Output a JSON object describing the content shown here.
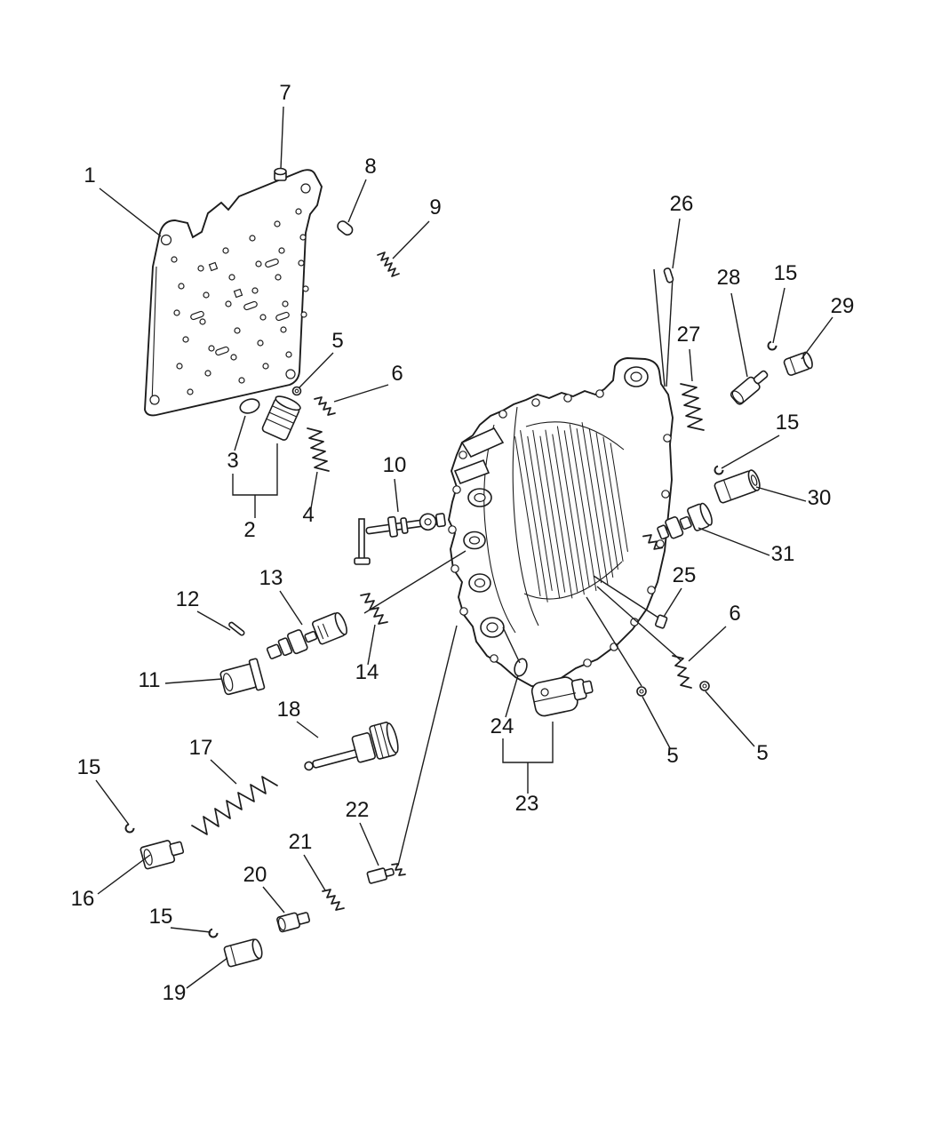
{
  "colors": {
    "background": "#ffffff",
    "line": "#1c1c1c",
    "text": "#141414"
  },
  "diagram": {
    "type": "exploded-parts-diagram",
    "callouts": [
      {
        "label": "7"
      },
      {
        "label": "1"
      },
      {
        "label": "8"
      },
      {
        "label": "9"
      },
      {
        "label": "26"
      },
      {
        "label": "28"
      },
      {
        "label": "15"
      },
      {
        "label": "29"
      },
      {
        "label": "5"
      },
      {
        "label": "6"
      },
      {
        "label": "27"
      },
      {
        "label": "15"
      },
      {
        "label": "3"
      },
      {
        "label": "10"
      },
      {
        "label": "4"
      },
      {
        "label": "2"
      },
      {
        "label": "30"
      },
      {
        "label": "31"
      },
      {
        "label": "12"
      },
      {
        "label": "13"
      },
      {
        "label": "25"
      },
      {
        "label": "6"
      },
      {
        "label": "14"
      },
      {
        "label": "11"
      },
      {
        "label": "18"
      },
      {
        "label": "17"
      },
      {
        "label": "24"
      },
      {
        "label": "5"
      },
      {
        "label": "5"
      },
      {
        "label": "15"
      },
      {
        "label": "23"
      },
      {
        "label": "22"
      },
      {
        "label": "21"
      },
      {
        "label": "20"
      },
      {
        "label": "16"
      },
      {
        "label": "15"
      },
      {
        "label": "19"
      }
    ]
  }
}
